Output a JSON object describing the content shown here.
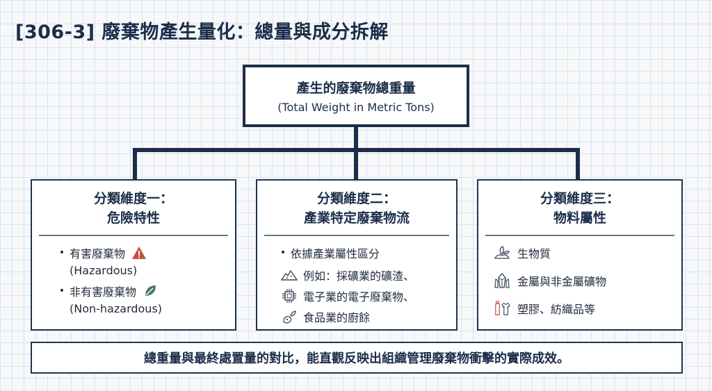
{
  "title": "[306-3] 廢棄物產生量化：總量與成分拆解",
  "root": {
    "main": "產生的廢棄物總重量",
    "sub": "(Total Weight in Metric Tons)"
  },
  "categories": [
    {
      "heading_line1": "分類維度一：",
      "heading_line2": "危險特性",
      "items": [
        {
          "bullet": "•",
          "label": "有害廢棄物",
          "sublabel": "(Hazardous)",
          "icon": "warning-icon"
        },
        {
          "bullet": "•",
          "label": "非有害廢棄物",
          "sublabel": "(Non-hazardous)",
          "icon": "leaf-icon"
        }
      ]
    },
    {
      "heading_line1": "分類維度二：",
      "heading_line2": "產業特定廢棄物流",
      "intro": "依據產業屬性區分",
      "items": [
        {
          "label": "例如：採礦業的礦渣、",
          "icon": "rock-pile-icon"
        },
        {
          "label": "電子業的電子廢棄物、",
          "icon": "chip-icon"
        },
        {
          "label": "食品業的廚餘",
          "icon": "food-waste-icon"
        }
      ]
    },
    {
      "heading_line1": "分類維度三：",
      "heading_line2": "物料屬性",
      "items": [
        {
          "label": "生物質",
          "icon": "biomass-icon"
        },
        {
          "label": "金屬與非金屬礦物",
          "icon": "crystal-icon"
        },
        {
          "label": "塑膠、紡織品等",
          "icon": "bottle-shirt-icon"
        }
      ]
    }
  ],
  "footer": "總重量與最終處置量的對比，能直觀反映出組織管理廢棄物衝擊的實際成效。",
  "colors": {
    "navy": "#1b2d4a",
    "warning": "#c0533d",
    "leaf": "#4a7a5e",
    "grid": "#dde3ea"
  }
}
